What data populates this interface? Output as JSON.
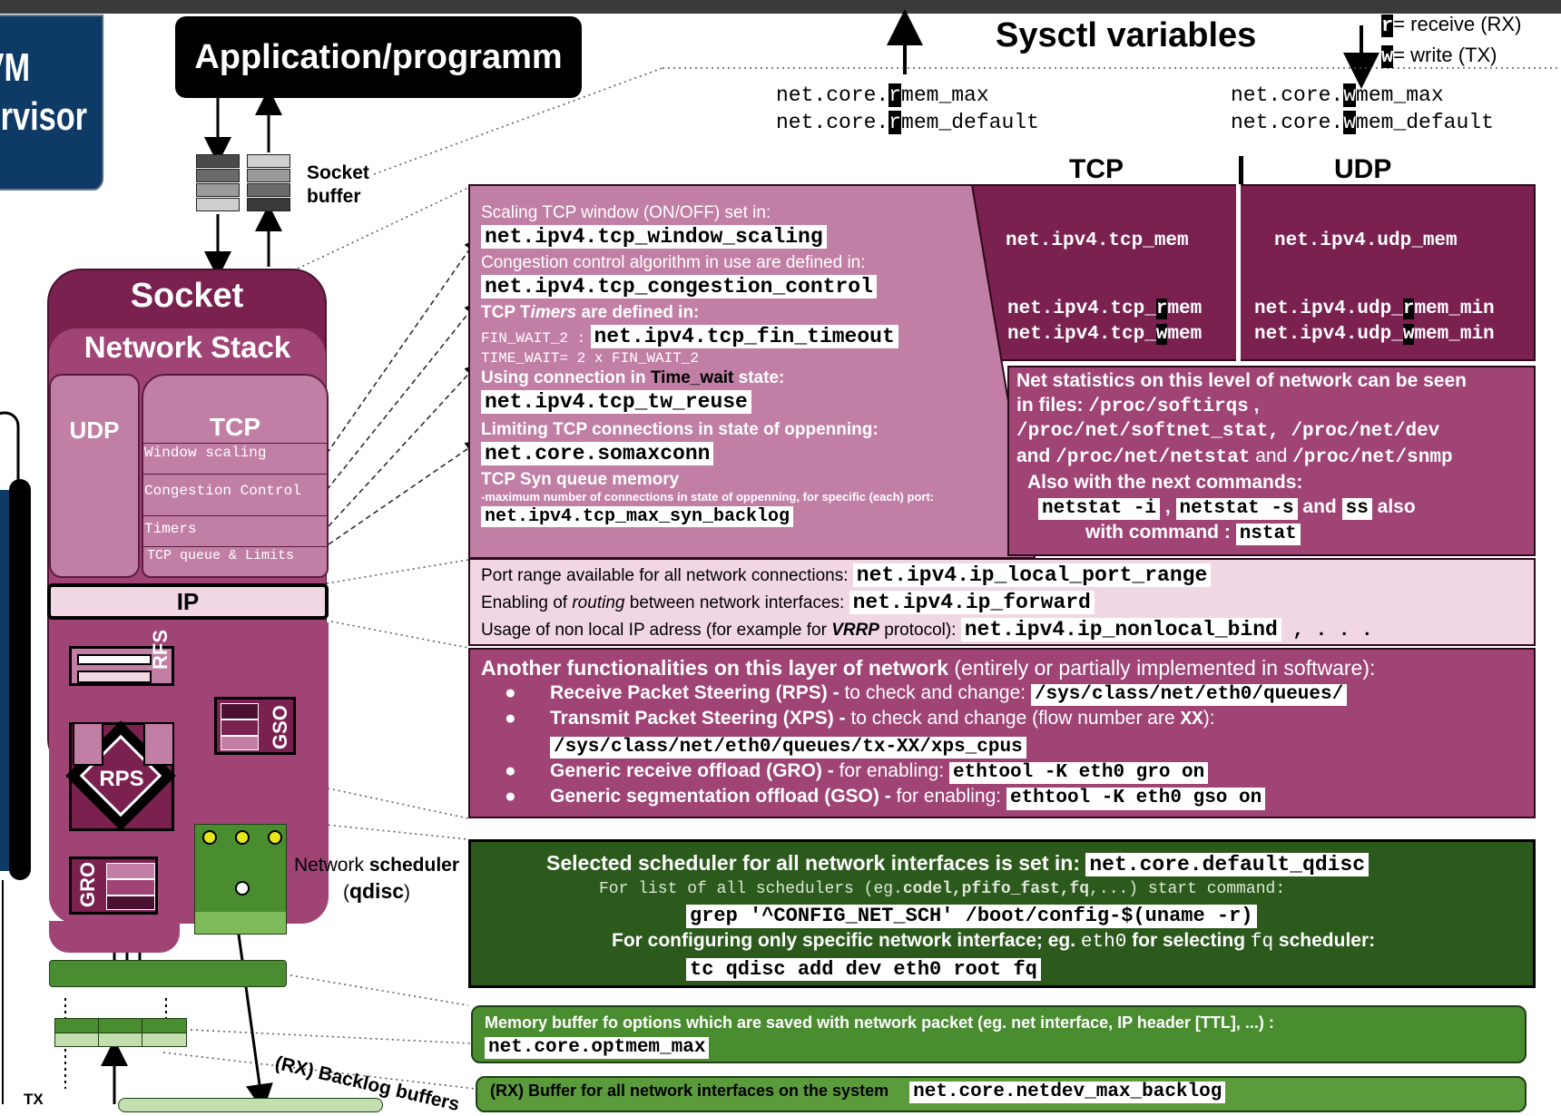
{
  "colors": {
    "dark_magenta": "#7a2150",
    "mid_magenta": "#a04476",
    "light_magenta": "#c27fa5",
    "pale_pink": "#f1d6e4",
    "dark_green": "#2b5a1c",
    "green": "#4a8c30",
    "navy": "#0d3b66"
  },
  "left": {
    "kvm_line1": "VM",
    "kvm_line2": "ervisor",
    "app_title": "Application/programm",
    "socket_buffer_l1": "Socket",
    "socket_buffer_l2": "buffer",
    "socket_title": "Socket",
    "network_stack_title": "Network Stack",
    "udp": "UDP",
    "tcp": "TCP",
    "tcp_rows": [
      "Window scaling",
      "Congestion Control",
      "Timers",
      "TCP queue & Limits"
    ],
    "ip": "IP",
    "rfs": "RFS",
    "gso": "GSO",
    "rps": "RPS",
    "gro": "GRO",
    "scheduler_l1_a": "Network ",
    "scheduler_l1_b": "scheduler",
    "scheduler_l2": "qdisc",
    "backlog_label": "(RX) Backlog buffers",
    "tx": "TX"
  },
  "header": {
    "sysctl_title": "Sysctl variables",
    "legend_r_letter": "r",
    "legend_r_text": "= receive (RX)",
    "legend_w_letter": "w",
    "legend_w_text": "= write (TX)",
    "left_vars": [
      {
        "pre": "net.core.",
        "hl": "r",
        "post": "mem_max"
      },
      {
        "pre": "net.core.",
        "hl": "r",
        "post": "mem_default"
      }
    ],
    "right_vars": [
      {
        "pre": "net.core.",
        "hl": "w",
        "post": "mem_max"
      },
      {
        "pre": "net.core.",
        "hl": "w",
        "post": "mem_default"
      }
    ],
    "col_tcp": "TCP",
    "col_udp": "UDP"
  },
  "tcp_panel": {
    "scaling_label": "Scaling TCP window (ON/OFF) set in:",
    "scaling_var": "net.ipv4.tcp_window_scaling",
    "cong_label": "Congestion control algorithm in use are defined in:",
    "cong_var": "net.ipv4.tcp_congestion_control",
    "timers_label_a": "TCP T",
    "timers_label_b": "imers",
    "timers_label_c": " are defined in:",
    "fin_wait": "FIN_WAIT_2 :",
    "fin_var": "net.ipv4.tcp_fin_timeout",
    "time_wait": "TIME_WAIT= 2 x FIN_WAIT_2",
    "tw_label_a": "Using connection in ",
    "tw_label_b": "Time_wait",
    "tw_label_c": " state:",
    "tw_var": "net.ipv4.tcp_tw_reuse",
    "limit_label": "Limiting TCP connections in state of oppenning:",
    "limit_var": "net.core.somaxconn",
    "syn_label": "TCP Syn queue memory",
    "syn_sub": "-maximum number of connections in state of oppenning, for specific (each) port:",
    "syn_var": "net.ipv4.tcp_max_syn_backlog"
  },
  "mem_panel": {
    "tcp_mem": "net.ipv4.tcp_mem",
    "udp_mem": "net.ipv4.udp_mem",
    "tcp_rmem": {
      "pre": "net.ipv4.tcp_",
      "hl": "r",
      "post": "mem"
    },
    "tcp_wmem": {
      "pre": "net.ipv4.tcp_",
      "hl": "w",
      "post": "mem"
    },
    "udp_rmem": {
      "pre": "net.ipv4.udp_",
      "hl": "r",
      "post": "mem_min"
    },
    "udp_wmem": {
      "pre": "net.ipv4.udp_",
      "hl": "w",
      "post": "mem_min"
    }
  },
  "netstat_panel": {
    "line1": "Net statistics on this level of network can be seen",
    "line2_a": "in files: ",
    "line2_b": "/proc/softirqs",
    "line2_c": " ,",
    "line3_a": "/proc/net/softnet_stat, /proc/net/dev",
    "line4_a": " and ",
    "line4_b": "/proc/net/netstat",
    "line4_c": " and ",
    "line4_d": "/proc/net/snmp",
    "line5": "Also with the next commands:",
    "cmd1": "netstat -i",
    "sep1": " , ",
    "cmd2": "netstat -s",
    "and": " and ",
    "cmd3": "ss",
    "also": " also",
    "with_cmd": "with command : ",
    "cmd4": "nstat"
  },
  "ipv4_panel": {
    "r1_label": "Port range available for all network connections: ",
    "r1_var": "net.ipv4.ip_local_port_range",
    "r2_label_a": "Enabling of ",
    "r2_label_b": "routing",
    "r2_label_c": " between network interfaces: ",
    "r2_var": "net.ipv4.ip_forward",
    "r3_label_a": "Usage of non local IP adress (for example for ",
    "r3_label_b": "VRRP",
    "r3_label_c": " protocol): ",
    "r3_var": "net.ipv4.ip_nonlocal_bind",
    "r3_tail": " , . . ."
  },
  "another_panel": {
    "title_a": "Another functionalities on this layer of network",
    "title_b": " (entirely or partially implemented in software):",
    "b1_a": "Receive Packet Steering (RPS) - ",
    "b1_b": "to check and change: ",
    "b1_code": "/sys/class/net/eth0/queues/",
    "b2_a": "Transmit Packet Steering (XPS) - ",
    "b2_b": "to check and change (flow number are ",
    "b2_c": "XX",
    "b2_d": "):",
    "b2_code": "/sys/class/net/eth0/queues/tx-XX/xps_cpus",
    "b3_a": "Generic receive offload (GRO) - ",
    "b3_b": "for enabling: ",
    "b3_code": "ethtool -K eth0 gro on",
    "b4_a": "Generic segmentation offload (GSO) - ",
    "b4_b": "for enabling: ",
    "b4_code": "ethtool -K eth0 gso on"
  },
  "qdisc_panel": {
    "l1_label": "Selected scheduler for all network interfaces is set in: ",
    "l1_var": "net.core.default_qdisc",
    "l2_a": "For list of all schedulers (eg.",
    "l2_b": "codel,pfifo_fast,fq",
    "l2_c": ",...) start command:",
    "l3_cmd": "grep '^CONFIG_NET_SCH' /boot/config-$(uname -r)",
    "l4_a": "For configuring only specific network interface; eg. ",
    "l4_b": "eth0",
    "l4_c": " for selecting ",
    "l4_d": "fq",
    "l4_e": " scheduler:",
    "l5_cmd": "tc qdisc add dev eth0 root fq"
  },
  "optmem_panel": {
    "label": "Memory buffer fo options which are saved with network packet (eg. net interface, IP header [TTL],  ...) :",
    "var": "net.core.optmem_max"
  },
  "backlog_panel": {
    "label": "(RX) Buffer for all network interfaces on the system",
    "var": "net.core.netdev_max_backlog"
  }
}
